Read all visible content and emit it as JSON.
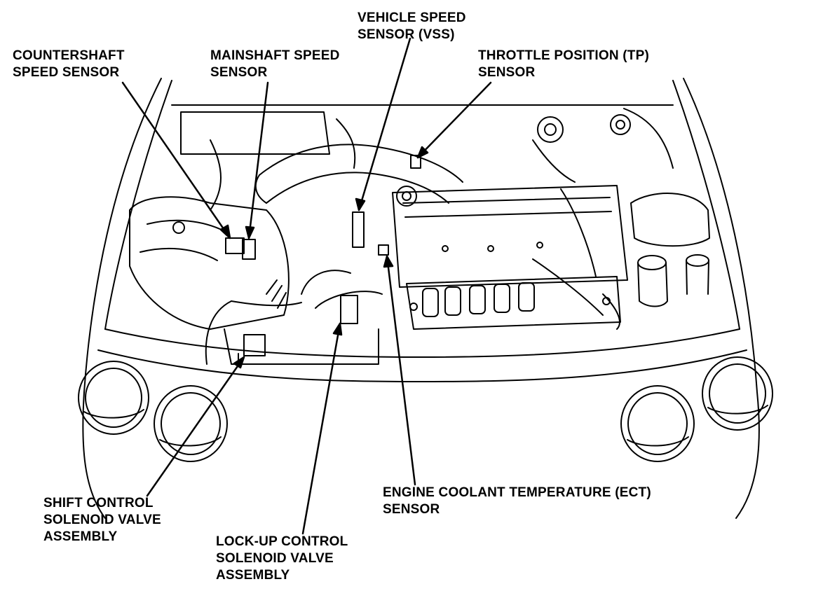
{
  "labels": {
    "vss": {
      "line1": "VEHICLE SPEED",
      "line2": "SENSOR (VSS)"
    },
    "countershaft": {
      "line1": "COUNTERSHAFT",
      "line2": "SPEED SENSOR"
    },
    "mainshaft": {
      "line1": "MAINSHAFT SPEED",
      "line2": "SENSOR"
    },
    "tp": {
      "line1": "THROTTLE POSITION (TP)",
      "line2": "SENSOR"
    },
    "shift_solenoid": {
      "line1": "SHIFT CONTROL",
      "line2": "SOLENOID VALVE",
      "line3": "ASSEMBLY"
    },
    "lockup_solenoid": {
      "line1": "LOCK-UP CONTROL",
      "line2": "SOLENOID VALVE",
      "line3": "ASSEMBLY"
    },
    "ect": {
      "line1": "ENGINE COOLANT TEMPERATURE (ECT)",
      "line2": "SENSOR"
    }
  },
  "colors": {
    "ink": "#000000",
    "paper": "#ffffff"
  }
}
